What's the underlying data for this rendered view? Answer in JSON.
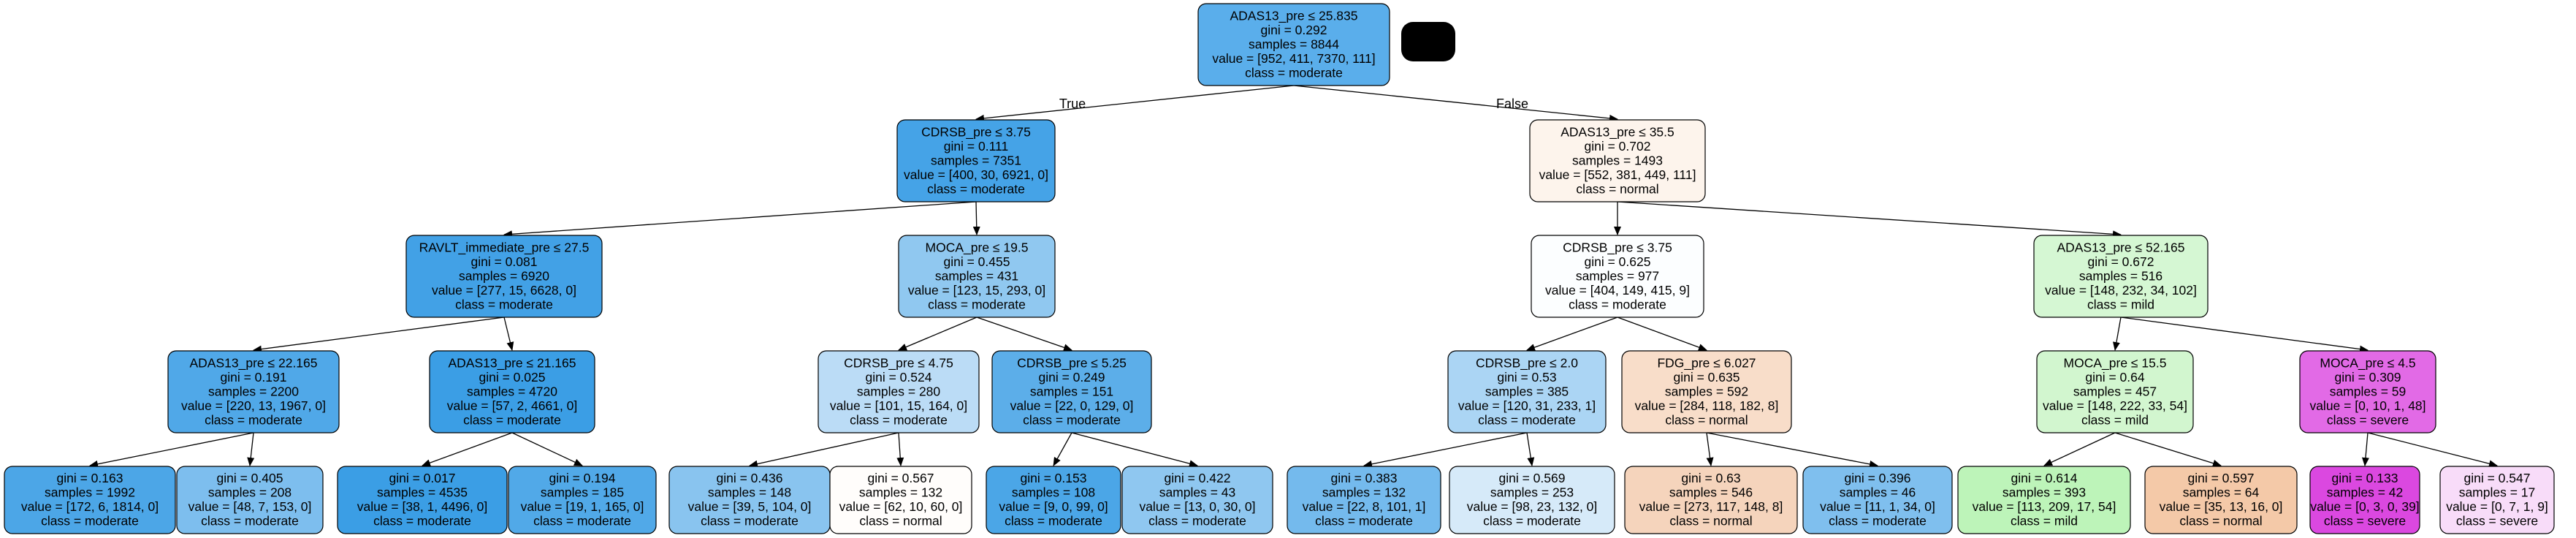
{
  "tree": {
    "nodes": [
      {
        "id": "n0",
        "lines": [
          "ADAS13_pre ≤ 25.835",
          "gini = 0.292",
          "samples = 8844",
          "value = [952, 411, 7370, 111]",
          "class = moderate"
        ],
        "color": "#5aaeeb"
      },
      {
        "id": "n1",
        "lines": [
          "CDRSB_pre ≤ 3.75",
          "gini = 0.111",
          "samples = 7351",
          "value = [400, 30, 6921, 0]",
          "class = moderate"
        ],
        "color": "#45a3e7"
      },
      {
        "id": "n2",
        "lines": [
          "ADAS13_pre ≤ 35.5",
          "gini = 0.702",
          "samples = 1493",
          "value = [552, 381, 449, 111]",
          "class = normal"
        ],
        "color": "#fdf4ec"
      },
      {
        "id": "n3",
        "lines": [
          "RAVLT_immediate_pre ≤ 27.5",
          "gini = 0.081",
          "samples = 6920",
          "value = [277, 15, 6628, 0]",
          "class = moderate"
        ],
        "color": "#42a1e6"
      },
      {
        "id": "n4",
        "lines": [
          "MOCA_pre ≤ 19.5",
          "gini = 0.455",
          "samples = 431",
          "value = [123, 15, 293, 0]",
          "class = moderate"
        ],
        "color": "#90c8f0"
      },
      {
        "id": "n5",
        "lines": [
          "CDRSB_pre ≤ 3.75",
          "gini = 0.625",
          "samples = 977",
          "value = [404, 149, 415, 9]",
          "class = moderate"
        ],
        "color": "#fcfeff"
      },
      {
        "id": "n6",
        "lines": [
          "ADAS13_pre ≤ 52.165",
          "gini = 0.672",
          "samples = 516",
          "value = [148, 232, 34, 102]",
          "class = mild"
        ],
        "color": "#d5f7d3"
      },
      {
        "id": "n7",
        "lines": [
          "ADAS13_pre ≤ 22.165",
          "gini = 0.191",
          "samples = 2200",
          "value = [220, 13, 1967, 0]",
          "class = moderate"
        ],
        "color": "#50a8e8"
      },
      {
        "id": "n8",
        "lines": [
          "ADAS13_pre ≤ 21.165",
          "gini = 0.025",
          "samples = 4720",
          "value = [57, 2, 4661, 0]",
          "class = moderate"
        ],
        "color": "#3b9ee5"
      },
      {
        "id": "n9",
        "lines": [
          "CDRSB_pre ≤ 4.75",
          "gini = 0.524",
          "samples = 280",
          "value = [101, 15, 164, 0]",
          "class = moderate"
        ],
        "color": "#bbdcf6"
      },
      {
        "id": "n10",
        "lines": [
          "CDRSB_pre ≤ 5.25",
          "gini = 0.249",
          "samples = 151",
          "value = [22, 0, 129, 0]",
          "class = moderate"
        ],
        "color": "#5caee9"
      },
      {
        "id": "n11",
        "lines": [
          "CDRSB_pre ≤ 2.0",
          "gini = 0.53",
          "samples = 385",
          "value = [120, 31, 233, 1]",
          "class = moderate"
        ],
        "color": "#abd5f4"
      },
      {
        "id": "n12",
        "lines": [
          "FDG_pre ≤ 6.027",
          "gini = 0.635",
          "samples = 592",
          "value = [284, 118, 182, 8]",
          "class = normal"
        ],
        "color": "#f8ddc9"
      },
      {
        "id": "n13",
        "lines": [
          "MOCA_pre ≤ 15.5",
          "gini = 0.64",
          "samples = 457",
          "value = [148, 222, 33, 54]",
          "class = mild"
        ],
        "color": "#d2f6cf"
      },
      {
        "id": "n14",
        "lines": [
          "MOCA_pre ≤ 4.5",
          "gini = 0.309",
          "samples = 59",
          "value = [0, 10, 1, 48]",
          "class = severe"
        ],
        "color": "#e26ae6"
      },
      {
        "id": "n15",
        "lines": [
          "gini = 0.163",
          "samples = 1992",
          "value = [172, 6, 1814, 0]",
          "class = moderate"
        ],
        "color": "#4ca6e7"
      },
      {
        "id": "n16",
        "lines": [
          "gini = 0.405",
          "samples = 208",
          "value = [48, 7, 153, 0]",
          "class = moderate"
        ],
        "color": "#7dbeee"
      },
      {
        "id": "n17",
        "lines": [
          "gini = 0.017",
          "samples = 4535",
          "value = [38, 1, 4496, 0]",
          "class = moderate"
        ],
        "color": "#3b9ee5"
      },
      {
        "id": "n18",
        "lines": [
          "gini = 0.194",
          "samples = 185",
          "value = [19, 1, 165, 0]",
          "class = moderate"
        ],
        "color": "#51a9e8"
      },
      {
        "id": "n19",
        "lines": [
          "gini = 0.436",
          "samples = 148",
          "value = [39, 5, 104, 0]",
          "class = moderate"
        ],
        "color": "#89c4ef"
      },
      {
        "id": "n20",
        "lines": [
          "gini = 0.567",
          "samples = 132",
          "value = [62, 10, 60, 0]",
          "class = normal"
        ],
        "color": "#fffdfb"
      },
      {
        "id": "n21",
        "lines": [
          "gini = 0.153",
          "samples = 108",
          "value = [9, 0, 99, 0]",
          "class = moderate"
        ],
        "color": "#4ba6e7"
      },
      {
        "id": "n22",
        "lines": [
          "gini = 0.422",
          "samples = 43",
          "value = [13, 0, 30, 0]",
          "class = moderate"
        ],
        "color": "#8fc7f0"
      },
      {
        "id": "n23",
        "lines": [
          "gini = 0.383",
          "samples = 132",
          "value = [22, 8, 101, 1]",
          "class = moderate"
        ],
        "color": "#74baed"
      },
      {
        "id": "n24",
        "lines": [
          "gini = 0.569",
          "samples = 253",
          "value = [98, 23, 132, 0]",
          "class = moderate"
        ],
        "color": "#d6eaf9"
      },
      {
        "id": "n25",
        "lines": [
          "gini = 0.63",
          "samples = 546",
          "value = [273, 117, 148, 8]",
          "class = normal"
        ],
        "color": "#f5d4bc"
      },
      {
        "id": "n26",
        "lines": [
          "gini = 0.396",
          "samples = 46",
          "value = [11, 1, 34, 0]",
          "class = moderate"
        ],
        "color": "#7fbfee"
      },
      {
        "id": "n27",
        "lines": [
          "gini = 0.614",
          "samples = 393",
          "value = [113, 209, 17, 54]",
          "class = mild"
        ],
        "color": "#bdf4b9"
      },
      {
        "id": "n28",
        "lines": [
          "gini = 0.597",
          "samples = 64",
          "value = [35, 13, 16, 0]",
          "class = normal"
        ],
        "color": "#f4c9a8"
      },
      {
        "id": "n29",
        "lines": [
          "gini = 0.133",
          "samples = 42",
          "value = [0, 3, 0, 39]",
          "class = severe"
        ],
        "color": "#db48e0"
      },
      {
        "id": "n30",
        "lines": [
          "gini = 0.547",
          "samples = 17",
          "value = [0, 7, 1, 9]",
          "class = severe"
        ],
        "color": "#f8dcf9"
      }
    ],
    "edges": [
      {
        "from": "n0",
        "to": "n1",
        "label": "True"
      },
      {
        "from": "n0",
        "to": "n2",
        "label": "False"
      },
      {
        "from": "n1",
        "to": "n3"
      },
      {
        "from": "n1",
        "to": "n4"
      },
      {
        "from": "n2",
        "to": "n5"
      },
      {
        "from": "n2",
        "to": "n6"
      },
      {
        "from": "n3",
        "to": "n7"
      },
      {
        "from": "n3",
        "to": "n8"
      },
      {
        "from": "n4",
        "to": "n9"
      },
      {
        "from": "n4",
        "to": "n10"
      },
      {
        "from": "n5",
        "to": "n11"
      },
      {
        "from": "n5",
        "to": "n12"
      },
      {
        "from": "n6",
        "to": "n13"
      },
      {
        "from": "n6",
        "to": "n14"
      },
      {
        "from": "n7",
        "to": "n15"
      },
      {
        "from": "n7",
        "to": "n16"
      },
      {
        "from": "n8",
        "to": "n17"
      },
      {
        "from": "n8",
        "to": "n18"
      },
      {
        "from": "n9",
        "to": "n19"
      },
      {
        "from": "n9",
        "to": "n20"
      },
      {
        "from": "n10",
        "to": "n21"
      },
      {
        "from": "n10",
        "to": "n22"
      },
      {
        "from": "n11",
        "to": "n23"
      },
      {
        "from": "n11",
        "to": "n24"
      },
      {
        "from": "n12",
        "to": "n25"
      },
      {
        "from": "n12",
        "to": "n26"
      },
      {
        "from": "n13",
        "to": "n27"
      },
      {
        "from": "n13",
        "to": "n28"
      },
      {
        "from": "n14",
        "to": "n29"
      },
      {
        "from": "n14",
        "to": "n30"
      }
    ],
    "redaction_color": "#000000"
  }
}
